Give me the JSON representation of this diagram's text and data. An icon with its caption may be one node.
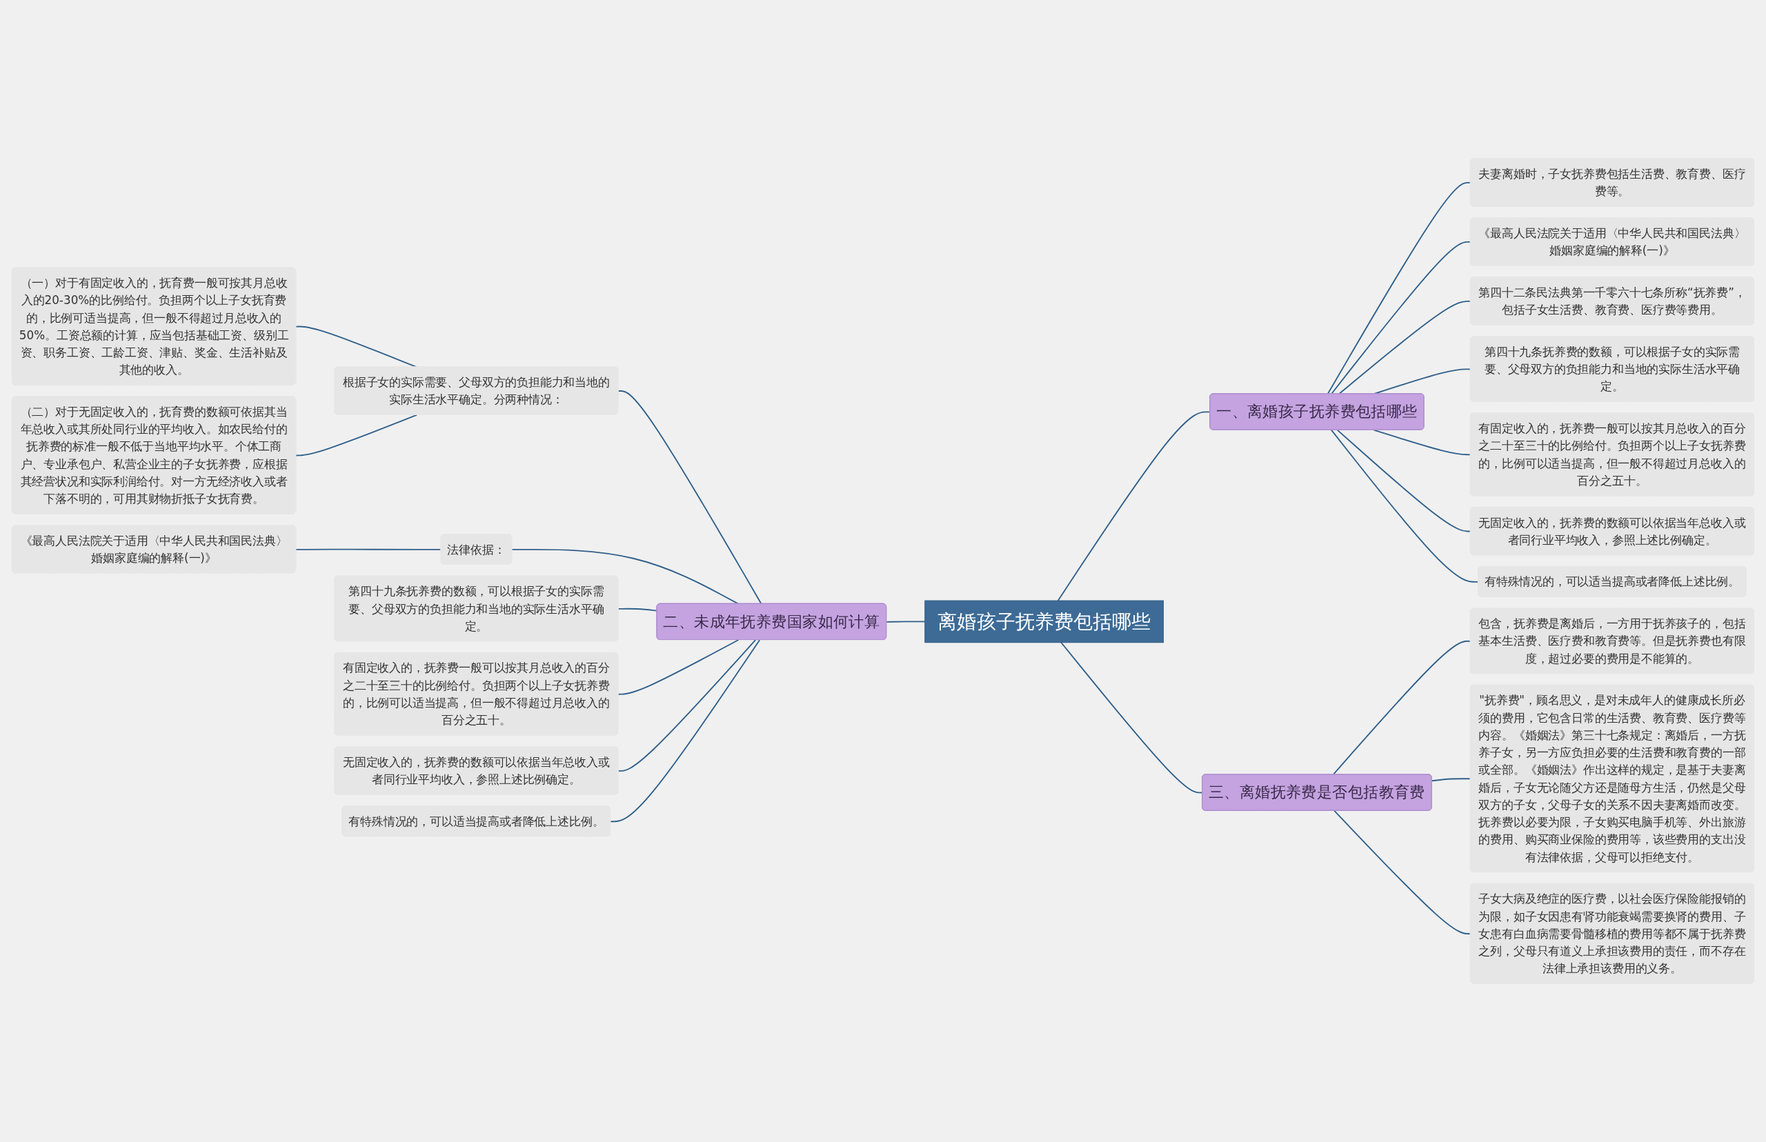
{
  "diagram": {
    "nodes": [
      {
        "text": [
          "离婚孩子抚养费包括哪些"
        ]
      },
      {
        "text": [
          "一、离婚孩子抚养费包括哪些"
        ]
      },
      {
        "text": [
          "夫妻离婚时，子女抚养费包括生活费、教育费、医疗费等。"
        ]
      },
      {
        "text": [
          "《最高人民法院关于适用〈中华人民共和国民法典〉婚姻家庭编的解释(一)》"
        ]
      },
      {
        "text": [
          "第四十二条民法典第一千零六十七条所称“抚养费”，包括子女生活费、教育费、医疗费等费用。"
        ]
      },
      {
        "text": [
          "第四十九条抚养费的数额，可以根据子女的实际需要、父母双方的负担能力和当地的实际生活水平确定。"
        ]
      },
      {
        "text": [
          "有固定收入的，抚养费一般可以按其月总收入的百分之二十至三十的比例给付。负担两个以上子女抚养费的，比例可以适当提高，但一般不得超过月总收入的百分之五十。"
        ]
      },
      {
        "text": [
          "无固定收入的，抚养费的数额可以依据当年总收入或者同行业平均收入，参照上述比例确定。"
        ]
      },
      {
        "text": [
          "有特殊情况的，可以适当提高或者降低上述比例。"
        ]
      },
      {
        "text": [
          "三、离婚抚养费是否包括教育费"
        ]
      },
      {
        "text": [
          "包含，抚养费是离婚后，一方用于抚养孩子的，包括基本生活费、医疗费和教育费等。但是抚养费也有限度，超过必要的费用是不能算的。"
        ]
      },
      {
        "text": [
          "\"抚养费\"，顾名思义，是对未成年人的健康成长所必须的费用，它包含日常的生活费、教育费、医疗费等内容。《婚姻法》第三十七条规定：离婚后，一方抚养子女，另一方应负担必要的生活费和教育费的一部或全部。《婚姻法》作出这样的规定，是基于夫妻离婚后，子女无论随父方还是随母方生活，仍然是父母双方的子女，父母子女的关系不因夫妻离婚而改变。抚养费以必要为限，子女购买电脑手机等、外出旅游的费用、购买商业保险的费用等，该些费用的支出没有法律依据，父母可以拒绝支付。"
        ]
      },
      {
        "text": [
          "子女大病及绝症的医疗费，以社会医疗保险能报销的为限，如子女因患有肾功能衰竭需要换肾的费用、子女患有白血病需要骨髓移植的费用等都不属于抚养费之列，父母只有道义上承担该费用的责任，而不存在法律上承担该费用的义务。"
        ]
      },
      {
        "text": [
          "二、未成年抚养费国家如何计算"
        ]
      },
      {
        "text": [
          "根据子女的实际需要、父母双方的负担能力和当地的实际生活水平确定。分两种情况："
        ]
      },
      {
        "text": [
          "（一）对于有固定收入的，抚育费一般可按其月总收入的20-30%的比例给付。负担两个以上子女抚育费的，比例可适当提高，但一般不得超过月总收入的50%。工资总额的计算，应当包括基础工资、级别工资、职务工资、工龄工资、津贴、奖金、生活补贴及其他的收入。"
        ]
      },
      {
        "text": [
          "（二）对于无固定收入的，抚育费的数额可依据其当年总收入或其所处同行业的平均收入。如农民给付的抚养费的标准一般不低于当地平均水平。个体工商户、专业承包户、私营企业主的子女抚养费，应根据其经营状况和实际利润给付。对一方无经济收入或者下落不明的，可用其财物折抵子女抚育费。"
        ]
      },
      {
        "text": [
          "法律依据："
        ]
      },
      {
        "text": [
          "《最高人民法院关于适用〈中华人民共和国民法典〉婚姻家庭编的解释(一)》"
        ]
      },
      {
        "text": [
          "第四十九条抚养费的数额，可以根据子女的实际需要、父母双方的负担能力和当地的实际生活水平确定。"
        ]
      },
      {
        "text": [
          "有固定收入的，抚养费一般可以按其月总收入的百分之二十至三十的比例给付。负担两个以上子女抚养费的，比例可以适当提高，但一般不得超过月总收入的百分之五十。"
        ]
      },
      {
        "text": [
          "无固定收入的，抚养费的数额可以依据当年总收入或者同行业平均收入，参照上述比例确定。"
        ]
      },
      {
        "text": [
          "有特殊情况的，可以适当提高或者降低上述比例。"
        ]
      }
    ],
    "edges": [
      {
        "from": 0,
        "to": 1,
        "arrow": "none"
      },
      {
        "from": 1,
        "to": 2,
        "arrow": "none"
      },
      {
        "from": 1,
        "to": 3,
        "arrow": "none"
      },
      {
        "from": 1,
        "to": 4,
        "arrow": "none"
      },
      {
        "from": 1,
        "to": 5,
        "arrow": "none"
      },
      {
        "from": 1,
        "to": 6,
        "arrow": "none"
      },
      {
        "from": 1,
        "to": 7,
        "arrow": "none"
      },
      {
        "from": 1,
        "to": 8,
        "arrow": "none"
      },
      {
        "from": 0,
        "to": 9,
        "arrow": "none"
      },
      {
        "from": 9,
        "to": 10,
        "arrow": "none"
      },
      {
        "from": 9,
        "to": 11,
        "arrow": "none"
      },
      {
        "from": 9,
        "to": 12,
        "arrow": "none"
      },
      {
        "from": 0,
        "to": 13,
        "arrow": "none"
      },
      {
        "from": 13,
        "to": 14,
        "arrow": "none"
      },
      {
        "from": 14,
        "to": 15,
        "arrow": "none"
      },
      {
        "from": 14,
        "to": 16,
        "arrow": "none"
      },
      {
        "from": 13,
        "to": 17,
        "arrow": "none"
      },
      {
        "from": 17,
        "to": 18,
        "arrow": "none"
      },
      {
        "from": 13,
        "to": 19,
        "arrow": "none"
      },
      {
        "from": 13,
        "to": 20,
        "arrow": "none"
      },
      {
        "from": 13,
        "to": 21,
        "arrow": "none"
      },
      {
        "from": 13,
        "to": 22,
        "arrow": "none"
      }
    ]
  }
}
